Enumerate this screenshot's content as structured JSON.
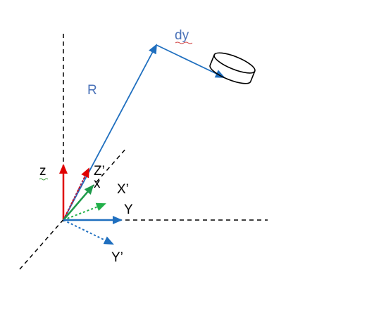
{
  "labels": {
    "R": "R",
    "dy": "dy",
    "z": "z",
    "Zp": "Z’",
    "x": "x",
    "Xp": "X’",
    "Y": "Y",
    "Yp": "Y’"
  },
  "colors": {
    "axis_dash": "#000000",
    "blue": "#1f6fbf",
    "red": "#e00000",
    "green": "#1e9a4a",
    "dotted_green": "#22b04a",
    "purple": "#7a3a8c",
    "label_blue": "#4a72b8",
    "label_black": "#000000",
    "squiggle": "#d04040"
  },
  "icons": {
    "disk": "cylinder-disk-icon"
  }
}
